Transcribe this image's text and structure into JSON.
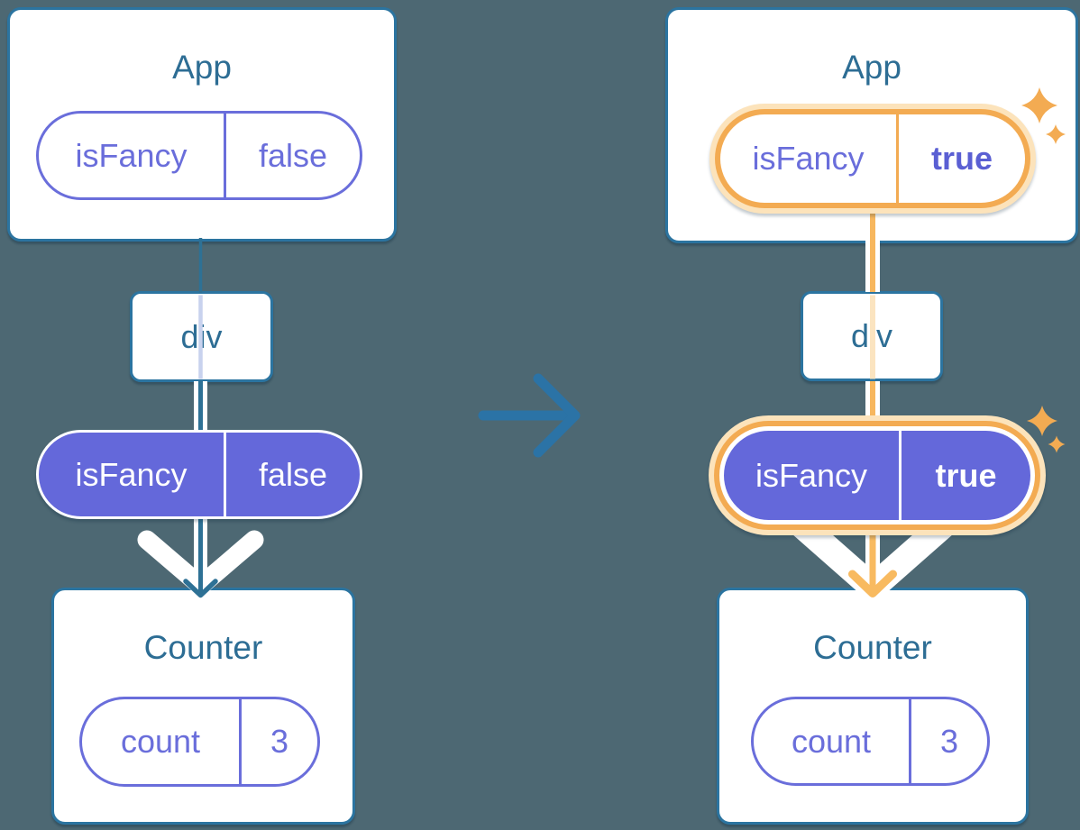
{
  "colors": {
    "background": "#4d6873",
    "card_border": "#2b74a0",
    "title_text": "#2d6d94",
    "purple_outline": "#6a6edb",
    "purple_fill": "#6468da",
    "purple_bold_text": "#5a5fd3",
    "teal_connector": "#2e7195",
    "lavender_line": "#c8d2ee",
    "peach_line": "#fbe4c0",
    "orange_ring": "#f3ab52",
    "orange_halo": "#fce3bb",
    "orange_arrow": "#f8ba60",
    "transition_arrow": "#2b73a6",
    "white": "#ffffff"
  },
  "left_tree": {
    "app": {
      "title": "App",
      "state_pill": {
        "name": "isFancy",
        "value": "false"
      }
    },
    "div_node": {
      "label": "div"
    },
    "prop_pill": {
      "name": "isFancy",
      "value": "false"
    },
    "counter": {
      "title": "Counter",
      "state_pill": {
        "name": "count",
        "value": "3"
      }
    }
  },
  "right_tree": {
    "app": {
      "title": "App",
      "state_pill": {
        "name": "isFancy",
        "value": "true"
      }
    },
    "div_node": {
      "label": "div"
    },
    "prop_pill": {
      "name": "isFancy",
      "value": "true"
    },
    "counter": {
      "title": "Counter",
      "state_pill": {
        "name": "count",
        "value": "3"
      }
    }
  }
}
